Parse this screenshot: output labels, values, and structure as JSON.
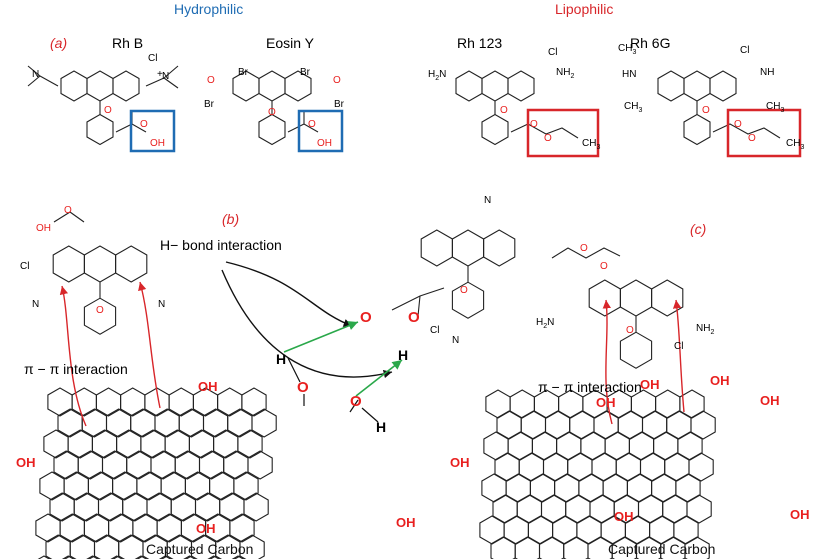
{
  "header": {
    "hydrophilic": "Hydrophilic",
    "lipophilic": "Lipophilic",
    "hydrophilic_color": "#1f6cb3",
    "lipophilic_color": "#d8262a"
  },
  "panels": {
    "a": "(a)",
    "b": "(b)",
    "c": "(c)"
  },
  "dyes": {
    "rhb": "Rh B",
    "eosin": "Eosin Y",
    "rh123": "Rh 123",
    "rh6g": "Rh 6G"
  },
  "atoms": {
    "cl": "Cl",
    "n": "N",
    "o": "O",
    "oh": "OH",
    "h": "H",
    "br": "Br",
    "hn": "HN",
    "nh2": "NH",
    "h2n": "H",
    "ch3": "CH",
    "plus": "+",
    "minus": "−",
    "sub2": "2",
    "sub3": "3"
  },
  "annotations": {
    "hbond": "H− bond interaction",
    "pipi_b": "π − π interaction",
    "pipi_c": "π − π interaction"
  },
  "captions": {
    "b": "Captured Carbon",
    "c": "Captured Carbon"
  },
  "colors": {
    "arrow_red": "#d8262a",
    "hbond_green": "#2aa84a",
    "oxygen_red": "#e8201f"
  }
}
